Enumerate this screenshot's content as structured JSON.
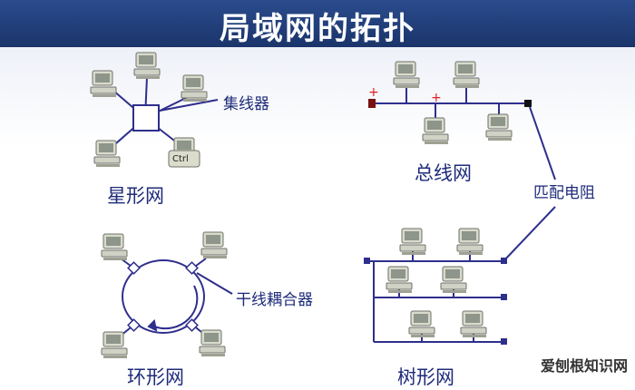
{
  "title": "局域网的拓扑",
  "labels": {
    "hub": "集线器",
    "star": "星形网",
    "bus": "总线网",
    "terminator": "匹配电阻",
    "coupler": "干线耦合器",
    "ring": "环形网",
    "tree": "树形网",
    "ctrl_key": "Ctrl"
  },
  "watermark": "爱刨根知识网",
  "colors": {
    "title_bg": "#2a4b8c",
    "line": "#2e2f8c",
    "label": "#1e2b7a",
    "computer": "#cfd2c4"
  }
}
